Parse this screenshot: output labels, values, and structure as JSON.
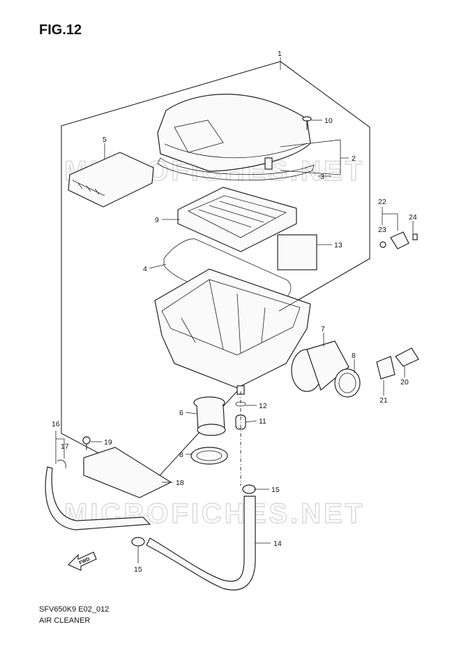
{
  "figure": {
    "title": "FIG.12",
    "code": "SFV650K9 E02_012",
    "caption": "AIR CLEANER",
    "watermark": "MICROFICHES.NET",
    "fwd_label": "FWD"
  },
  "callouts": [
    "1",
    "2",
    "3",
    "4",
    "5",
    "6",
    "7",
    "8",
    "8",
    "9",
    "10",
    "11",
    "12",
    "13",
    "14",
    "15",
    "15",
    "16",
    "17",
    "18",
    "19",
    "20",
    "21",
    "22",
    "23",
    "24"
  ]
}
